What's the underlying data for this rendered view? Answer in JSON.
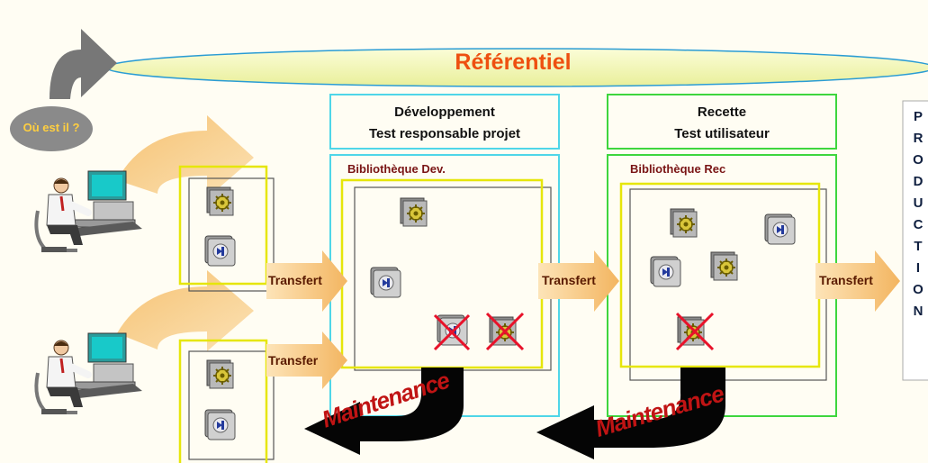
{
  "referentiel": {
    "label": "Référentiel"
  },
  "question": {
    "label": "Où est il ?"
  },
  "dev": {
    "title_line1": "Développement",
    "title_line2": "Test responsable projet",
    "library": "Bibliothèque Dev."
  },
  "rec": {
    "title_line1": "Recette",
    "title_line2": "Test utilisateur",
    "library": "Bibliothèque Rec"
  },
  "arrows": {
    "transfer_top": "Transfert",
    "transfer_bottom": "Transfer",
    "transfer_dev": "Transfert",
    "transfer_rec": "Transfert"
  },
  "maintenance": {
    "left": "Maintenance",
    "right": "Maintenance"
  },
  "production": {
    "letters": [
      "P",
      "R",
      "O",
      "D",
      "U",
      "C",
      "T",
      "I",
      "O",
      "N"
    ]
  },
  "colors": {
    "ellipse": "#f4f8b0",
    "dev_frame": "#4fd6e8",
    "rec_frame": "#3ed63e",
    "highlight": "#f0f03a",
    "arrow": "#f9c87a",
    "maintenance_text": "#c01414"
  }
}
